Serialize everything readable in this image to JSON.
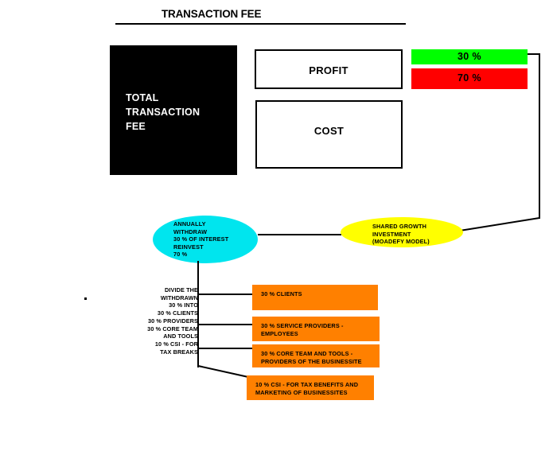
{
  "title": {
    "text": "TRANSACTION FEE"
  },
  "blocks": {
    "total_fee": "TOTAL\nTRANSACTION\nFEE",
    "profit": "PROFIT",
    "cost": "COST"
  },
  "bars": [
    {
      "label": "30 %",
      "color": "#00ff00",
      "name": "profit-share-bar"
    },
    {
      "label": "70 %",
      "color": "#ff0000",
      "name": "cost-share-bar"
    }
  ],
  "ellipses": {
    "cyan": "ANNUALLY\nWITHDRAW\n30 % OF INTEREST\nREINVEST\n70 %",
    "yellow": "SHARED GROWTH\nINVESTMENT\n(MOADEFY MODEL)"
  },
  "split_note": "DIVIDE THE\nWITHDRAWN\n30 % INTO\n30 % CLIENTS\n30 % PROVIDERS\n30 % CORE TEAM\nAND TOOLS\n10 % CSI - FOR\nTAX BREAKS",
  "allocations": [
    {
      "text": "30 % CLIENTS"
    },
    {
      "text": "30 % SERVICE PROVIDERS -\nEMPLOYEES"
    },
    {
      "text": "30 % CORE TEAM AND TOOLS -\nPROVIDERS OF THE BUSINESSITE"
    },
    {
      "text": "10 % CSI - FOR TAX BENEFITS AND\nMARKETING OF BUSINESSITES"
    }
  ],
  "colors": {
    "black": "#000000",
    "green": "#00ff00",
    "red": "#ff0000",
    "cyan": "#00e5ee",
    "yellow": "#ffff00",
    "orange": "#ff8000"
  },
  "chart_data": {
    "type": "diagram",
    "title": "TRANSACTION FEE",
    "nodes": [
      {
        "id": "total-transaction-fee",
        "label": "TOTAL TRANSACTION FEE",
        "shape": "rect",
        "fill": "#000000"
      },
      {
        "id": "profit",
        "label": "PROFIT",
        "shape": "rect",
        "fill": "#ffffff"
      },
      {
        "id": "cost",
        "label": "COST",
        "shape": "rect",
        "fill": "#ffffff"
      },
      {
        "id": "profit-pct",
        "label": "30 %",
        "shape": "rect",
        "fill": "#00ff00"
      },
      {
        "id": "cost-pct",
        "label": "70 %",
        "shape": "rect",
        "fill": "#ff0000"
      },
      {
        "id": "annual-withdraw",
        "label": "ANNUALLY WITHDRAW 30 % OF INTEREST REINVEST 70 %",
        "shape": "ellipse",
        "fill": "#00e5ee"
      },
      {
        "id": "shared-growth",
        "label": "SHARED GROWTH INVESTMENT (MOADEFY MODEL)",
        "shape": "ellipse",
        "fill": "#ffff00"
      },
      {
        "id": "clients",
        "label": "30 % CLIENTS",
        "shape": "rect",
        "fill": "#ff8000"
      },
      {
        "id": "service-providers",
        "label": "30 % SERVICE PROVIDERS - EMPLOYEES",
        "shape": "rect",
        "fill": "#ff8000"
      },
      {
        "id": "core-team",
        "label": "30 % CORE TEAM AND TOOLS - PROVIDERS OF THE BUSINESSITE",
        "shape": "rect",
        "fill": "#ff8000"
      },
      {
        "id": "csi",
        "label": "10 % CSI - FOR TAX BENEFITS AND MARKETING OF BUSINESSITES",
        "shape": "rect",
        "fill": "#ff8000"
      }
    ],
    "edges": [
      {
        "from": "profit-pct",
        "to": "shared-growth"
      },
      {
        "from": "annual-withdraw",
        "to": "shared-growth"
      },
      {
        "from": "annual-withdraw",
        "to": "clients"
      },
      {
        "from": "annual-withdraw",
        "to": "service-providers"
      },
      {
        "from": "annual-withdraw",
        "to": "core-team"
      },
      {
        "from": "annual-withdraw",
        "to": "csi"
      }
    ]
  }
}
